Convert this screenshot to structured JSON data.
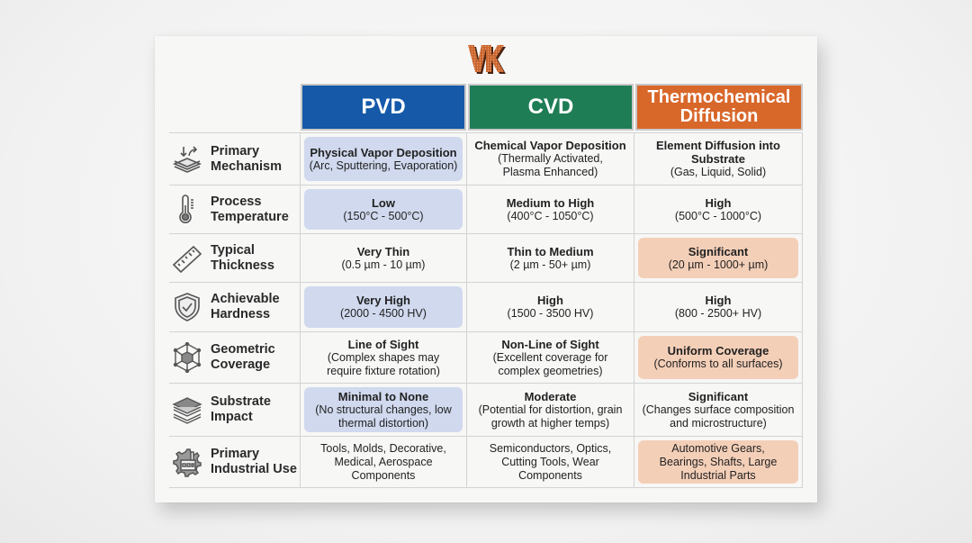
{
  "logo": {
    "text": "VK",
    "color": "#b8562a"
  },
  "columns": [
    {
      "label": "PVD",
      "color": "#1559a8"
    },
    {
      "label": "CVD",
      "color": "#1f7d55"
    },
    {
      "label": "Thermochemical Diffusion",
      "line1": "Thermochemical",
      "line2": "Diffusion",
      "color": "#d8672a"
    }
  ],
  "highlight_colors": {
    "blue": "#d0d9ee",
    "orange": "#f4cfb8"
  },
  "rows": [
    {
      "label_line1": "Primary",
      "label_line2": "Mechanism",
      "icon": "layers-arrows-icon",
      "cells": [
        {
          "title": "Physical Vapor Deposition",
          "lines": [
            "(Arc, Sputtering, Evaporation)"
          ],
          "highlight": "blue"
        },
        {
          "title": "Chemical Vapor Deposition",
          "lines": [
            "(Thermally Activated,",
            "Plasma Enhanced)"
          ],
          "highlight": ""
        },
        {
          "title": "Element Diffusion into Substrate",
          "lines": [
            "(Gas, Liquid, Solid)"
          ],
          "highlight": ""
        }
      ]
    },
    {
      "label_line1": "Process",
      "label_line2": "Temperature",
      "icon": "thermometer-icon",
      "cells": [
        {
          "title": "Low",
          "lines": [
            "(150°C - 500°C)"
          ],
          "highlight": "blue"
        },
        {
          "title": "Medium to High",
          "lines": [
            "(400°C - 1050°C)"
          ],
          "highlight": ""
        },
        {
          "title": "High",
          "lines": [
            "(500°C - 1000°C)"
          ],
          "highlight": ""
        }
      ]
    },
    {
      "label_line1": "Typical",
      "label_line2": "Thickness",
      "icon": "ruler-icon",
      "cells": [
        {
          "title": "Very Thin",
          "lines": [
            "(0.5 µm - 10 µm)"
          ],
          "highlight": ""
        },
        {
          "title": "Thin to Medium",
          "lines": [
            "(2 µm - 50+ µm)"
          ],
          "highlight": ""
        },
        {
          "title": "Significant",
          "lines": [
            "(20 µm - 1000+ µm)"
          ],
          "highlight": "orange"
        }
      ]
    },
    {
      "label_line1": "Achievable",
      "label_line2": "Hardness",
      "icon": "shield-check-icon",
      "cells": [
        {
          "title": "Very High",
          "lines": [
            "(2000 - 4500 HV)"
          ],
          "highlight": "blue"
        },
        {
          "title": "High",
          "lines": [
            "(1500 - 3500 HV)"
          ],
          "highlight": ""
        },
        {
          "title": "High",
          "lines": [
            "(800 - 2500+ HV)"
          ],
          "highlight": ""
        }
      ]
    },
    {
      "label_line1": "Geometric",
      "label_line2": "Coverage",
      "icon": "cube-frame-icon",
      "cells": [
        {
          "title": "Line of Sight",
          "lines": [
            "(Complex shapes may",
            "require fixture rotation)"
          ],
          "highlight": ""
        },
        {
          "title": "Non-Line of Sight",
          "lines": [
            "(Excellent coverage for",
            "complex geometries)"
          ],
          "highlight": ""
        },
        {
          "title": "Uniform Coverage",
          "lines": [
            "(Conforms to all surfaces)"
          ],
          "highlight": "orange"
        }
      ]
    },
    {
      "label_line1": "Substrate",
      "label_line2": "Impact",
      "icon": "stacked-layers-icon",
      "cells": [
        {
          "title": "Minimal to None",
          "lines": [
            "(No structural changes, low",
            "thermal distortion)"
          ],
          "highlight": "blue"
        },
        {
          "title": "Moderate",
          "lines": [
            "(Potential for distortion, grain",
            "growth at higher temps)"
          ],
          "highlight": ""
        },
        {
          "title": "Significant",
          "lines": [
            "(Changes surface composition",
            "and microstructure)"
          ],
          "highlight": ""
        }
      ]
    },
    {
      "label_line1": "Primary",
      "label_line2": "Industrial Use",
      "icon": "gear-factory-icon",
      "cells": [
        {
          "title": "",
          "lines": [
            "Tools, Molds, Decorative,",
            "Medical, Aerospace",
            "Components"
          ],
          "highlight": ""
        },
        {
          "title": "",
          "lines": [
            "Semiconductors, Optics,",
            "Cutting Tools, Wear",
            "Components"
          ],
          "highlight": ""
        },
        {
          "title": "",
          "lines": [
            "Automotive Gears,",
            "Bearings, Shafts, Large",
            "Industrial Parts"
          ],
          "highlight": "orange"
        }
      ]
    }
  ]
}
